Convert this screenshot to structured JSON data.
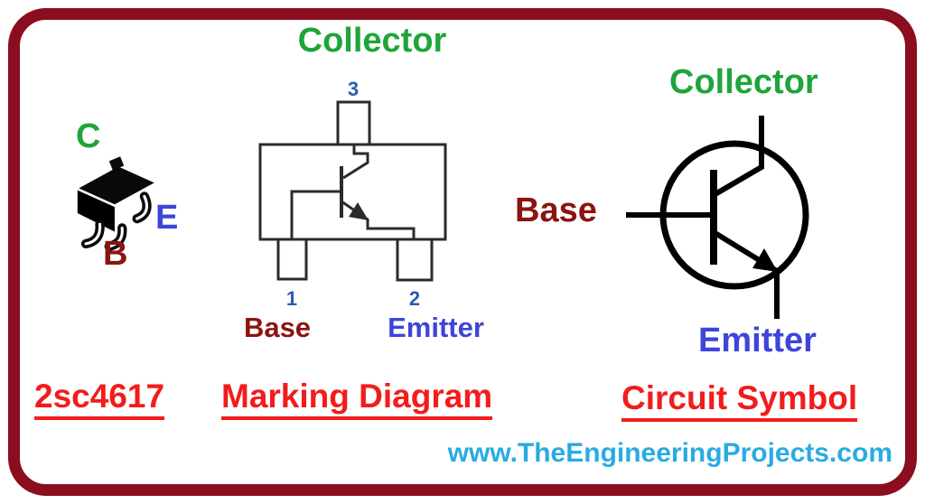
{
  "package_view": {
    "c_label": "C",
    "e_label": "E",
    "b_label": "B"
  },
  "marking": {
    "title": "Collector",
    "pin_3": "3",
    "pin_1": "1",
    "pin_2": "2",
    "base_label": "Base",
    "emitter_label": "Emitter",
    "part_number": "2sc4617",
    "caption": "Marking Diagram"
  },
  "circuit": {
    "collector_label": "Collector",
    "base_label": "Base",
    "emitter_label": "Emitter",
    "caption": "Circuit Symbol"
  },
  "footer": {
    "website": "www.TheEngineeringProjects.com"
  },
  "colors": {
    "green": "#1ea53a",
    "maroon": "#8a1410",
    "blue": "#3e45d8",
    "red": "#f21c1c",
    "pin_number_blue": "#2b5cb4",
    "website_blue": "#29abe2",
    "border_maroon": "#8a0e20",
    "diagram_line": "#2b2b2b",
    "symbol_line": "#000000"
  }
}
